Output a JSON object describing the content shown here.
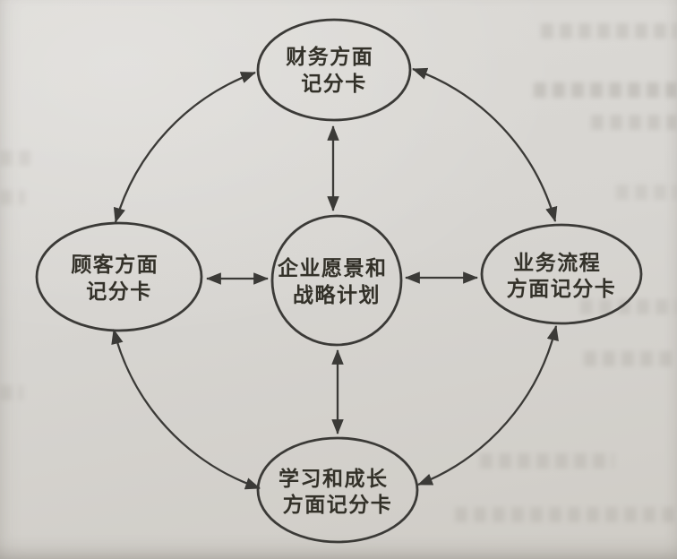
{
  "page": {
    "kind": "book-scan-diagram",
    "paper_color": "#d7d5d1"
  },
  "diagram": {
    "stroke_color": "#3b3a37",
    "text_color": "#333129",
    "nodes": {
      "top": {
        "id": "financial",
        "shape": "ellipse",
        "lines": [
          "财务方面",
          "记分卡"
        ]
      },
      "left": {
        "id": "customer",
        "shape": "ellipse",
        "lines": [
          "顾客方面",
          "记分卡"
        ]
      },
      "center": {
        "id": "vision-strategy",
        "shape": "circle",
        "lines": [
          "企业愿景和",
          "战略计划"
        ]
      },
      "right": {
        "id": "business-process",
        "shape": "ellipse",
        "lines": [
          "业务流程",
          "方面记分卡"
        ]
      },
      "bottom": {
        "id": "learning-growth",
        "shape": "ellipse",
        "lines": [
          "学习和成长",
          "方面记分卡"
        ]
      }
    },
    "connections": [
      {
        "from": "vision-strategy",
        "to": "financial",
        "style": "straight",
        "bidirectional": true
      },
      {
        "from": "vision-strategy",
        "to": "customer",
        "style": "straight",
        "bidirectional": true
      },
      {
        "from": "vision-strategy",
        "to": "business-process",
        "style": "straight",
        "bidirectional": true
      },
      {
        "from": "vision-strategy",
        "to": "learning-growth",
        "style": "straight",
        "bidirectional": true
      },
      {
        "from": "customer",
        "to": "financial",
        "style": "arc",
        "bidirectional": true
      },
      {
        "from": "financial",
        "to": "business-process",
        "style": "arc",
        "bidirectional": true
      },
      {
        "from": "business-process",
        "to": "learning-growth",
        "style": "arc",
        "bidirectional": true
      },
      {
        "from": "learning-growth",
        "to": "customer",
        "style": "arc",
        "bidirectional": true
      }
    ]
  }
}
